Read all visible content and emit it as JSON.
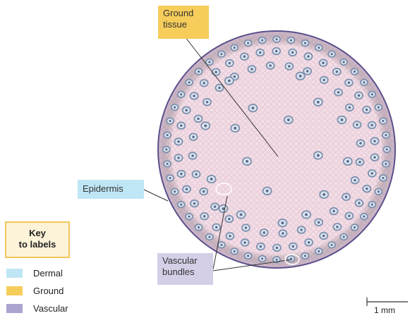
{
  "labels": {
    "ground_line1": "Ground",
    "ground_line2": "tissue",
    "epidermis": "Epidermis",
    "vascular_line1": "Vascular",
    "vascular_line2": "bundles"
  },
  "key": {
    "title_line1": "Key",
    "title_line2": "to labels",
    "items": [
      {
        "label": "Dermal",
        "color": "#bfe6f5"
      },
      {
        "label": "Ground",
        "color": "#f6cd5a"
      },
      {
        "label": "Vascular",
        "color": "#aba4cf"
      }
    ]
  },
  "scale_bar": {
    "label": "1 mm"
  },
  "colors": {
    "tissue_fill": "#f3dde6",
    "epidermis_stroke": "#5b4f8a",
    "bundle": "#7c8fae"
  }
}
